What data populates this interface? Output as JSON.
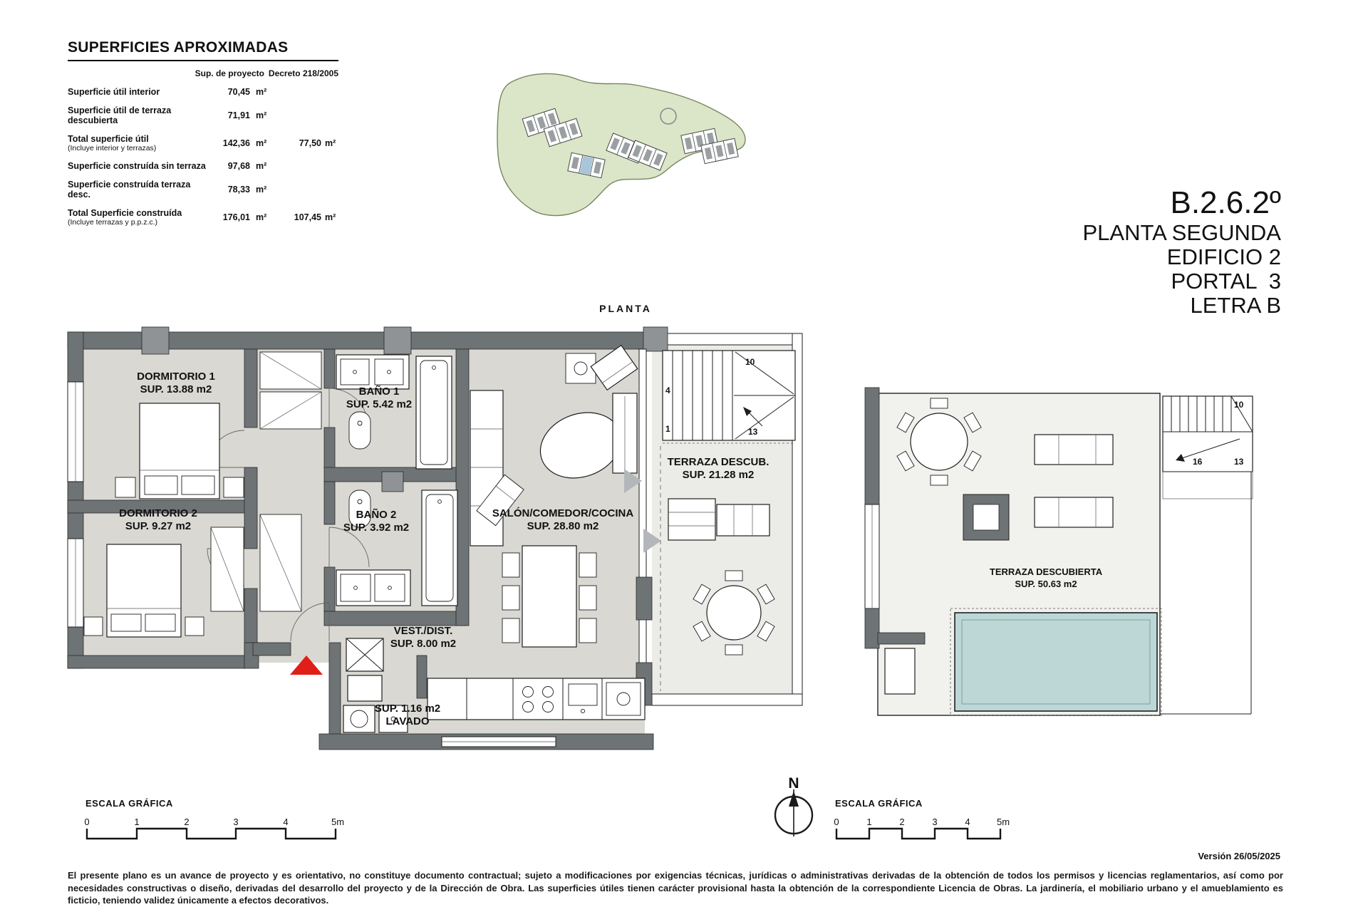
{
  "colors": {
    "wall": "#6e7375",
    "wall_light": "#8f9395",
    "floor": "#d9d8d2",
    "terrace_floor": "#ebebe7",
    "slab": "#f1f1ee",
    "pool": "#bdd7d7",
    "site_green": "#dbe5c8",
    "highlight": "#a9c5d9",
    "entry_red": "#e02018",
    "arrow_gray": "#b4b7b9"
  },
  "areas_table": {
    "title": "SUPERFICIES APROXIMADAS",
    "col_proyecto": "Sup. de proyecto",
    "col_decreto": "Decreto 218/2005",
    "rows": [
      {
        "label": "Superficie útil interior",
        "note": "",
        "proyecto": "70,45",
        "proyecto_unit": "m²",
        "decreto": "",
        "decreto_unit": ""
      },
      {
        "label": "Superficie útil de terraza descubierta",
        "note": "",
        "proyecto": "71,91",
        "proyecto_unit": "m²",
        "decreto": "",
        "decreto_unit": ""
      },
      {
        "label": "Total superficie útil",
        "note": "(Incluye interior y terrazas)",
        "proyecto": "142,36",
        "proyecto_unit": "m²",
        "decreto": "77,50",
        "decreto_unit": "m²"
      },
      {
        "label": "Superficie construída sin terraza",
        "note": "",
        "proyecto": "97,68",
        "proyecto_unit": "m²",
        "decreto": "",
        "decreto_unit": ""
      },
      {
        "label": "Superficie construída terraza desc.",
        "note": "",
        "proyecto": "78,33",
        "proyecto_unit": "m²",
        "decreto": "",
        "decreto_unit": ""
      },
      {
        "label": "Total Superficie construída",
        "note": "(Incluye terrazas y p.p.z.c.)",
        "proyecto": "176,01",
        "proyecto_unit": "m²",
        "decreto": "107,45",
        "decreto_unit": "m²"
      }
    ]
  },
  "site_plan": {
    "label": "PLANTA"
  },
  "title_block": {
    "unit_code": "B.2.6.2º",
    "line1": "PLANTA SEGUNDA",
    "line2": "EDIFICIO 2",
    "line3": "PORTAL  3",
    "line4": "LETRA B"
  },
  "floor_plan": {
    "rooms": {
      "dormitorio1": {
        "name": "DORMITORIO 1",
        "area": "SUP. 13.88 m2"
      },
      "dormitorio2": {
        "name": "DORMITORIO 2",
        "area": "SUP. 9.27 m2"
      },
      "bano1": {
        "name": "BAÑO 1",
        "area": "SUP. 5.42 m2"
      },
      "bano2": {
        "name": "BAÑO 2",
        "area": "SUP. 3.92 m2"
      },
      "salon": {
        "name": "SALÓN/COMEDOR/COCINA",
        "area": "SUP. 28.80 m2"
      },
      "terraza": {
        "name": "TERRAZA DESCUB.",
        "area": "SUP. 21.28 m2"
      },
      "vestibulo": {
        "name": "VEST./DIST.",
        "area": "SUP. 8.00 m2"
      },
      "lavado": {
        "name": "LAVADO",
        "area": "SUP. 1.16 m2"
      },
      "terraza_solarium": {
        "name": "TERRAZA DESCUBIERTA",
        "area": "SUP. 50.63 m2"
      }
    },
    "stairs_main": {
      "n1": "10",
      "n2": "4",
      "n3": "1",
      "n4": "13"
    },
    "stairs_terrace": {
      "n1": "10",
      "n2": "16",
      "n3": "13"
    }
  },
  "scale_bar": {
    "label": "ESCALA GRÁFICA",
    "ticks": [
      "0",
      "1",
      "2",
      "3",
      "4",
      "5m"
    ]
  },
  "compass": {
    "north": "N"
  },
  "footer": {
    "version": "Versión 26/05/2025",
    "disclaimer": "El presente plano es un avance de proyecto y es orientativo, no constituye documento contractual; sujeto a modificaciones por exigencias técnicas, jurídicas o administrativas derivadas de la obtención de todos los permisos y licencias reglamentarios, así como por necesidades constructivas o diseño, derivadas del desarrollo del proyecto y de la Dirección de Obra. Las superficies útiles tienen carácter provisional hasta la obtención de la correspondiente Licencia de Obras. La jardinería, el mobiliario urbano y el amueblamiento es ficticio, teniendo validez únicamente a efectos decorativos."
  }
}
